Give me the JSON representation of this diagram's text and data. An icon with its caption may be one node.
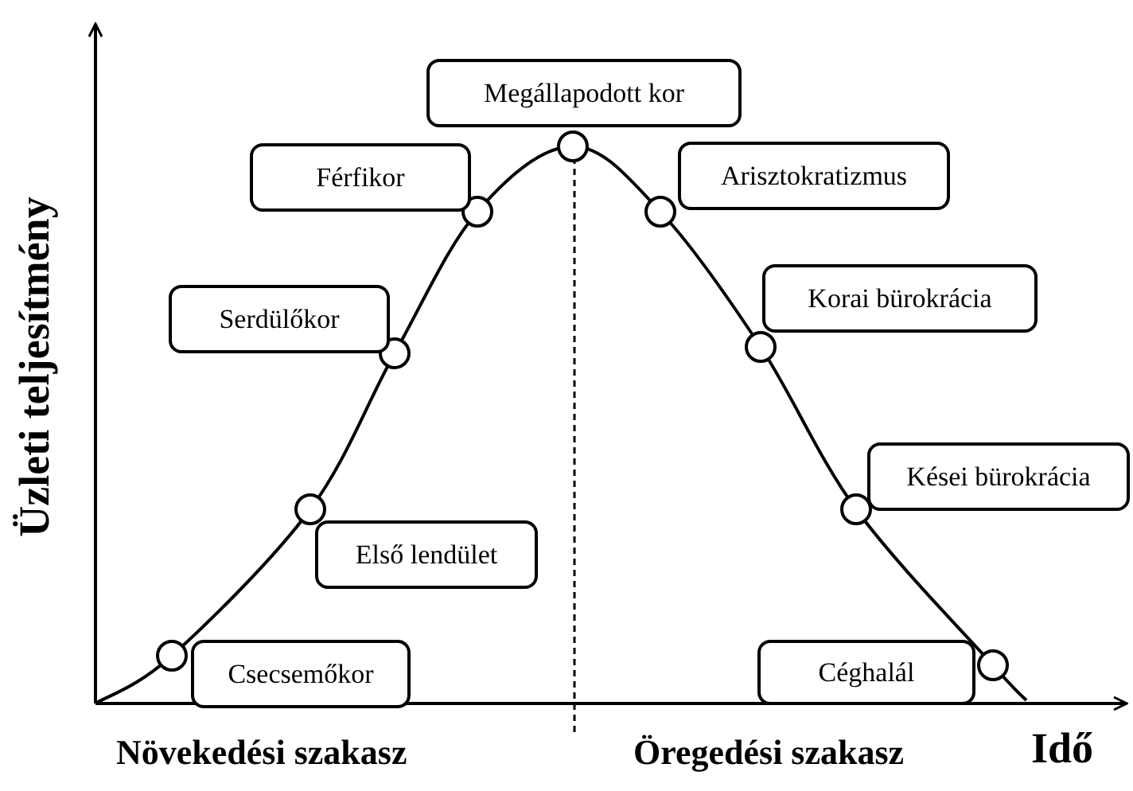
{
  "diagram": {
    "nodes": [
      {
        "text": [
          "Csecsemőkor"
        ]
      },
      {
        "text": [
          "Első lendület"
        ]
      },
      {
        "text": [
          "Serdülőkor"
        ]
      },
      {
        "text": [
          "Férfikor"
        ]
      },
      {
        "text": [
          "Megállapodott kor"
        ]
      },
      {
        "text": [
          "Arisztokratizmus"
        ]
      },
      {
        "text": [
          "Korai bürokrácia"
        ]
      },
      {
        "text": [
          "Kései bürokrácia"
        ]
      },
      {
        "text": [
          "Céghalál"
        ]
      }
    ],
    "labels": [
      "Üzleti teljesítmény",
      "Növekedési szakasz",
      "Öregedési szakasz",
      "Idő"
    ]
  }
}
